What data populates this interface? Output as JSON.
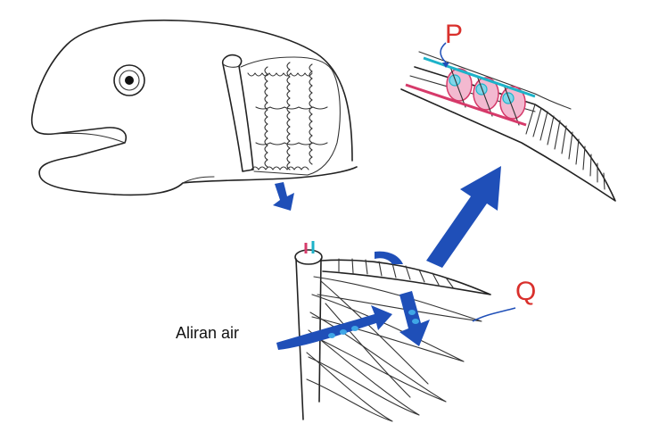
{
  "labels": {
    "p": "P",
    "q": "Q",
    "water_flow": "Aliran air"
  },
  "colors": {
    "label_red": "#d9302c",
    "arrow_blue": "#1f4fb8",
    "arrow_light_blue": "#3fa6e6",
    "vessel_red": "#d63a6a",
    "vessel_cyan": "#1db3c9",
    "ink": "#222222"
  },
  "icons": [
    "fish-head-drawing",
    "gill-arch-drawing",
    "gill-filament-drawing",
    "flow-arrow"
  ]
}
